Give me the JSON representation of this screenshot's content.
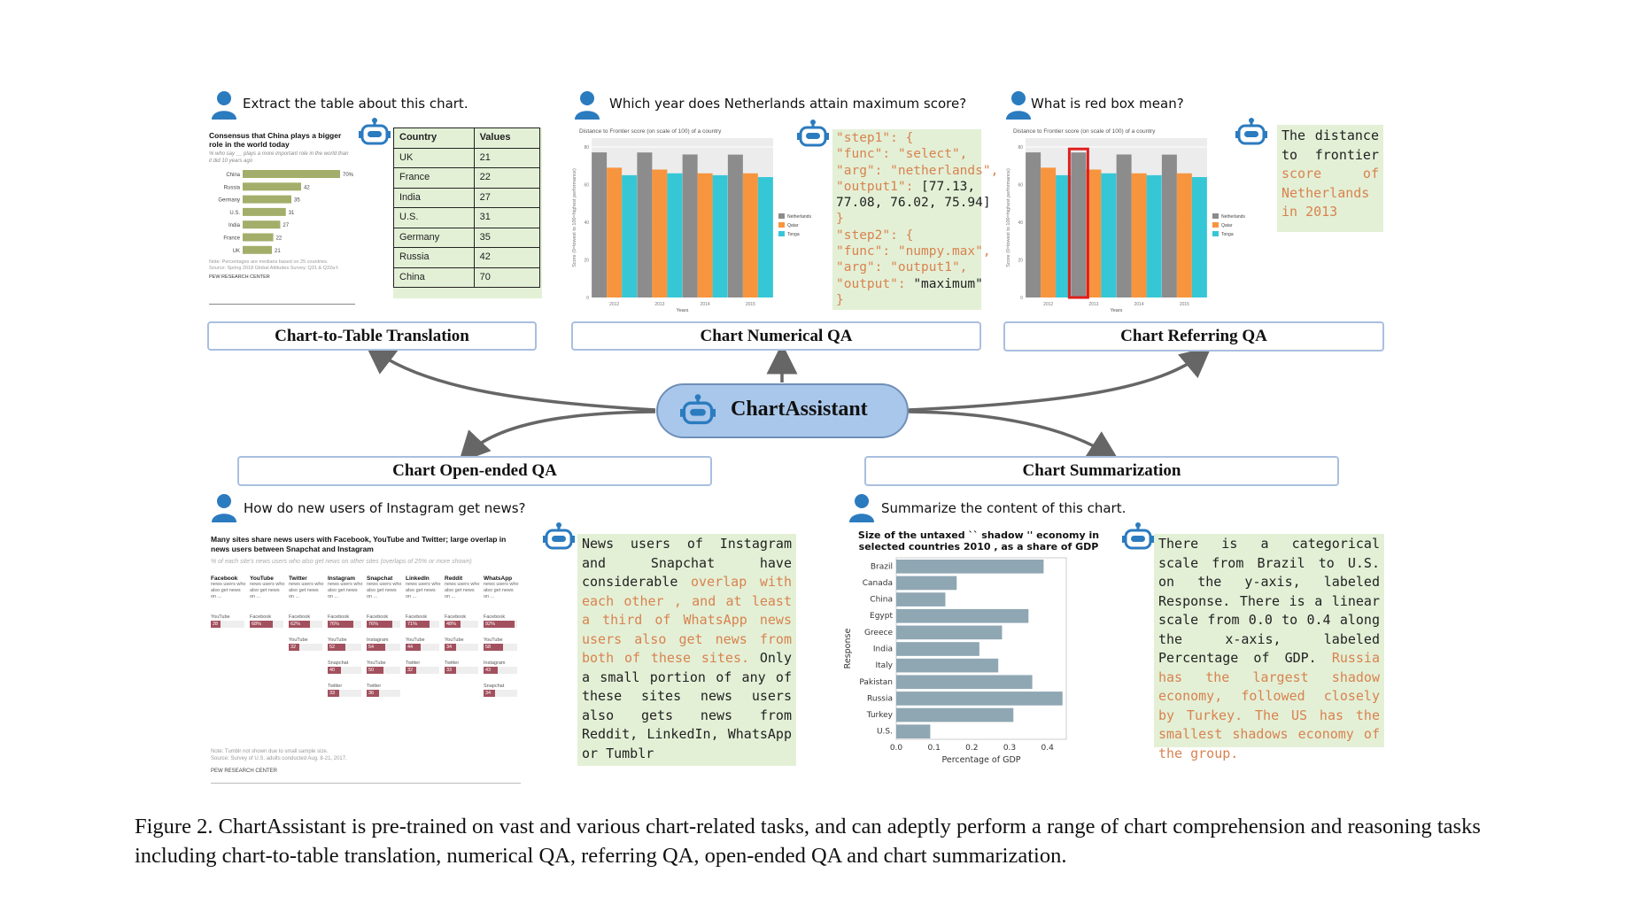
{
  "center": {
    "label": "ChartAssistant"
  },
  "tasks": {
    "t2t": "Chart-to-Table Translation",
    "num": "Chart Numerical QA",
    "ref": "Chart Referring QA",
    "open": "Chart Open-ended QA",
    "summ": "Chart Summarization"
  },
  "questions": {
    "t2t": "Extract the table about this chart.",
    "num": "Which year does Netherlands attain maximum score?",
    "ref": "What is red box mean?",
    "open": "How do new users of Instagram get news?",
    "summ": "Summarize the content of this chart."
  },
  "t2t_chart": {
    "title": "Consensus that China plays a bigger role in the world today",
    "subtitle": "% who say __ plays a more important role in the world than it did 10 years ago",
    "bars": [
      {
        "label": "China",
        "value": 70,
        "text": "70%"
      },
      {
        "label": "Russia",
        "value": 42,
        "text": "42"
      },
      {
        "label": "Germany",
        "value": 35,
        "text": "35"
      },
      {
        "label": "U.S.",
        "value": 31,
        "text": "31"
      },
      {
        "label": "India",
        "value": 27,
        "text": "27"
      },
      {
        "label": "France",
        "value": 22,
        "text": "22"
      },
      {
        "label": "UK",
        "value": 21,
        "text": "21"
      }
    ],
    "note": "Note: Percentages are medians based on 25 countries.",
    "source": "Source: Spring 2018 Global Attitudes Survey. Q31 & Q32a-f.",
    "org": "PEW RESEARCH CENTER"
  },
  "t2t_table": {
    "headers": [
      "Country",
      "Values"
    ],
    "rows": [
      [
        "UK",
        "21"
      ],
      [
        "France",
        "22"
      ],
      [
        "India",
        "27"
      ],
      [
        "U.S.",
        "31"
      ],
      [
        "Germany",
        "35"
      ],
      [
        "Russia",
        "42"
      ],
      [
        "China",
        "70"
      ]
    ]
  },
  "score_chart": {
    "title": "Distance to Frontier score (on scale of 100) of a country",
    "ylabel": "Score (0=lowest to 100=highest performance)",
    "xlabel": "Years",
    "categories": [
      "2012",
      "2013",
      "2014",
      "2015"
    ],
    "yticks": [
      "0",
      "20",
      "40",
      "60",
      "80"
    ],
    "ymax": 80,
    "series": [
      {
        "name": "Netherlands",
        "color": "#8c8c8c",
        "values": [
          77.13,
          77.08,
          76.02,
          75.94
        ]
      },
      {
        "name": "Qatar",
        "color": "#f7953e",
        "values": [
          69,
          68,
          66,
          66
        ]
      },
      {
        "name": "Tonga",
        "color": "#36c7d6",
        "values": [
          65,
          66,
          65,
          64
        ]
      }
    ]
  },
  "num_answer": {
    "lines": [
      [
        {
          "t": "\"step1\": {",
          "h": 1
        }
      ],
      [
        {
          "t": "\"func\": \"select\",",
          "h": 1
        }
      ],
      [
        {
          "t": "\"arg\": \"netherlands\",",
          "h": 1
        }
      ],
      [
        {
          "t": "\"output1\": ",
          "h": 1
        },
        {
          "t": "[77.13,",
          "h": 0
        }
      ],
      [
        {
          "t": "77.08, 76.02, 75.94]",
          "h": 0
        }
      ],
      [
        {
          "t": "}",
          "h": 1
        }
      ],
      [
        {
          "t": "\"step2\": {",
          "h": 1
        }
      ],
      [
        {
          "t": "\"func\": \"numpy.max\",",
          "h": 1
        }
      ],
      [
        {
          "t": "\"arg\": \"output1\",",
          "h": 1
        }
      ],
      [
        {
          "t": "\"output\": ",
          "h": 1
        },
        {
          "t": "\"maximum\"",
          "h": 0
        }
      ],
      [
        {
          "t": "}",
          "h": 1
        }
      ]
    ]
  },
  "ref_answer": {
    "plain": "The distance to frontier",
    "highlight": "score of Netherlands in 2013"
  },
  "open_chart": {
    "title": "Many sites share news users with Facebook, YouTube and Twitter; large overlap in news users between Snapchat and Instagram",
    "subtitle": "% of each site's news users who also get news on other sites (overlaps of 25% or more shown)",
    "columns": [
      {
        "head": "Facebook",
        "items": [
          [
            "YouTube",
            "28"
          ]
        ]
      },
      {
        "head": "YouTube",
        "items": [
          [
            "Facebook",
            "68%"
          ]
        ]
      },
      {
        "head": "Twitter",
        "items": [
          [
            "Facebook",
            "62%"
          ],
          [
            "YouTube",
            "32"
          ]
        ]
      },
      {
        "head": "Instagram",
        "items": [
          [
            "Facebook",
            "76%"
          ],
          [
            "YouTube",
            "52"
          ],
          [
            "Snapchat",
            "40"
          ],
          [
            "Twitter",
            "33"
          ]
        ]
      },
      {
        "head": "Snapchat",
        "items": [
          [
            "Facebook",
            "76%"
          ],
          [
            "Instagram",
            "54"
          ],
          [
            "YouTube",
            "50"
          ],
          [
            "Twitter",
            "36"
          ]
        ]
      },
      {
        "head": "LinkedIn",
        "items": [
          [
            "Facebook",
            "71%"
          ],
          [
            "YouTube",
            "44"
          ],
          [
            "Twitter",
            "32"
          ]
        ]
      },
      {
        "head": "Reddit",
        "items": [
          [
            "Facebook",
            "48%"
          ],
          [
            "YouTube",
            "34"
          ],
          [
            "Twitter",
            "33"
          ]
        ]
      },
      {
        "head": "WhatsApp",
        "items": [
          [
            "Facebook",
            "92%"
          ],
          [
            "YouTube",
            "58"
          ],
          [
            "Instagram",
            "43"
          ],
          [
            "Snapchat",
            "34"
          ]
        ]
      }
    ],
    "colsub": "news users who also get news on ...",
    "note": "Note: Tumblr not shown due to small sample size.",
    "source": "Source: Survey of U.S. adults conducted Aug. 8-21, 2017.",
    "org": "PEW RESEARCH CENTER"
  },
  "open_answer": {
    "p1": "News users of Instagram and Snapchat have considerable",
    "p2": "overlap with each other , and at least a third of WhatsApp news users also get news from both of these sites.",
    "p3": "Only a small portion of any of these sites news users also gets news from Reddit, LinkedIn, WhatsApp or Tumblr"
  },
  "summ_chart": {
    "title": "Size of the untaxed `` shadow '' economy in selected countries 2010 , as a share of GDP",
    "ylabel": "Response",
    "xlabel": "Percentage of GDP",
    "xticks": [
      "0.0",
      "0.1",
      "0.2",
      "0.3",
      "0.4"
    ],
    "xmax": 0.45,
    "bars": [
      {
        "label": "Brazil",
        "value": 0.39
      },
      {
        "label": "Canada",
        "value": 0.16
      },
      {
        "label": "China",
        "value": 0.13
      },
      {
        "label": "Egypt",
        "value": 0.35
      },
      {
        "label": "Greece",
        "value": 0.28
      },
      {
        "label": "India",
        "value": 0.22
      },
      {
        "label": "Italy",
        "value": 0.27
      },
      {
        "label": "Pakistan",
        "value": 0.36
      },
      {
        "label": "Russia",
        "value": 0.44
      },
      {
        "label": "Turkey",
        "value": 0.31
      },
      {
        "label": "U.S.",
        "value": 0.09
      }
    ]
  },
  "summ_answer": {
    "p1": "There is a categorical scale from Brazil to U.S. on the y-axis, labeled Response. There is a linear scale from 0.0 to 0.4 along the x-axis, labeled Percentage of GDP.",
    "p2": "Russia has the largest shadow economy, followed closely by Turkey. The US has the smallest shadows economy of the group."
  },
  "caption": "Figure 2. ChartAssistant is pre-trained on vast and various chart-related tasks, and can adeptly perform a range of chart comprehension and reasoning tasks including chart-to-table translation, numerical QA, referring QA, open-ended QA and chart summarization.",
  "colors": {
    "user": "#2b7bbf",
    "robot": "#2b7bbf",
    "answer_bg": "#e3f0d6",
    "highlight": "#d9824f",
    "task_border": "#a9bfe0",
    "center_fill": "#a9c7ea",
    "red_box": "#e01e1e"
  }
}
